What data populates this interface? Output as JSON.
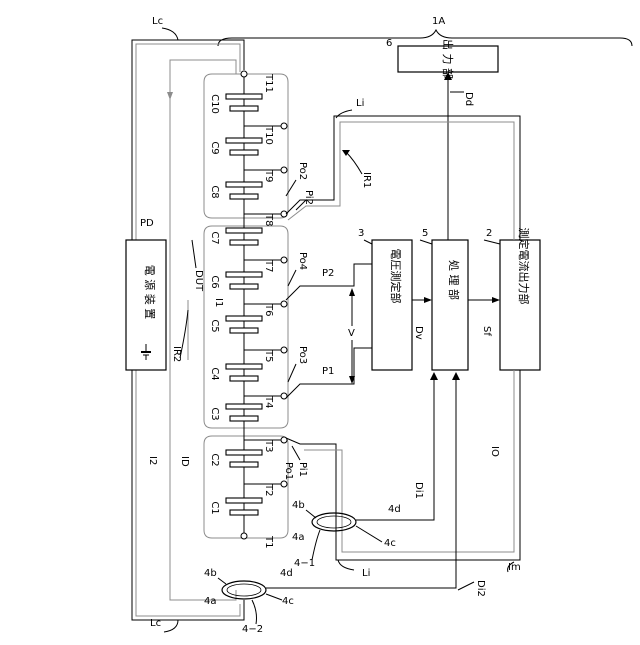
{
  "labels": {
    "system": "1A",
    "output_num": "6",
    "output_name": "出 力 部",
    "dd": "Dd",
    "li_top": "Li",
    "li_bottom": "Li",
    "lc_top": "Lc",
    "lc_bottom": "Lc",
    "ir1": "IR1",
    "ir2": "IR2",
    "pd": "PD",
    "power_name": "電 源 装 置",
    "dut": "DUT",
    "i1": "I1",
    "i2": "I2",
    "id": "ID",
    "io": "IO",
    "im": "Im",
    "v": "V",
    "dv": "Dv",
    "sf": "Sf",
    "di1": "Di1",
    "di2": "Di2",
    "vm_num": "3",
    "vm_name": "電圧測定部",
    "proc_num": "5",
    "proc_name": "処 理 部",
    "cur_num": "2",
    "cur_name": "測定電流出力部",
    "p1": "P1",
    "p2": "P2",
    "pi1": "Pi1",
    "pi2": "Pi2",
    "po1": "Po1",
    "po2": "Po2",
    "po3": "Po3",
    "po4": "Po4",
    "s4_1": "4−1",
    "s4_2": "4−2",
    "s4a_1": "4a",
    "s4b_1": "4b",
    "s4c_1": "4c",
    "s4d_1": "4d",
    "s4a_2": "4a",
    "s4b_2": "4b",
    "s4c_2": "4c",
    "s4d_2": "4d"
  },
  "cells": [
    "C1",
    "C2",
    "C3",
    "C4",
    "C5",
    "C6",
    "C7",
    "C8",
    "C9",
    "C10"
  ],
  "terminals": [
    "T1",
    "T2",
    "T3",
    "T4",
    "T5",
    "T6",
    "T7",
    "T8",
    "T9",
    "T10",
    "T11"
  ]
}
